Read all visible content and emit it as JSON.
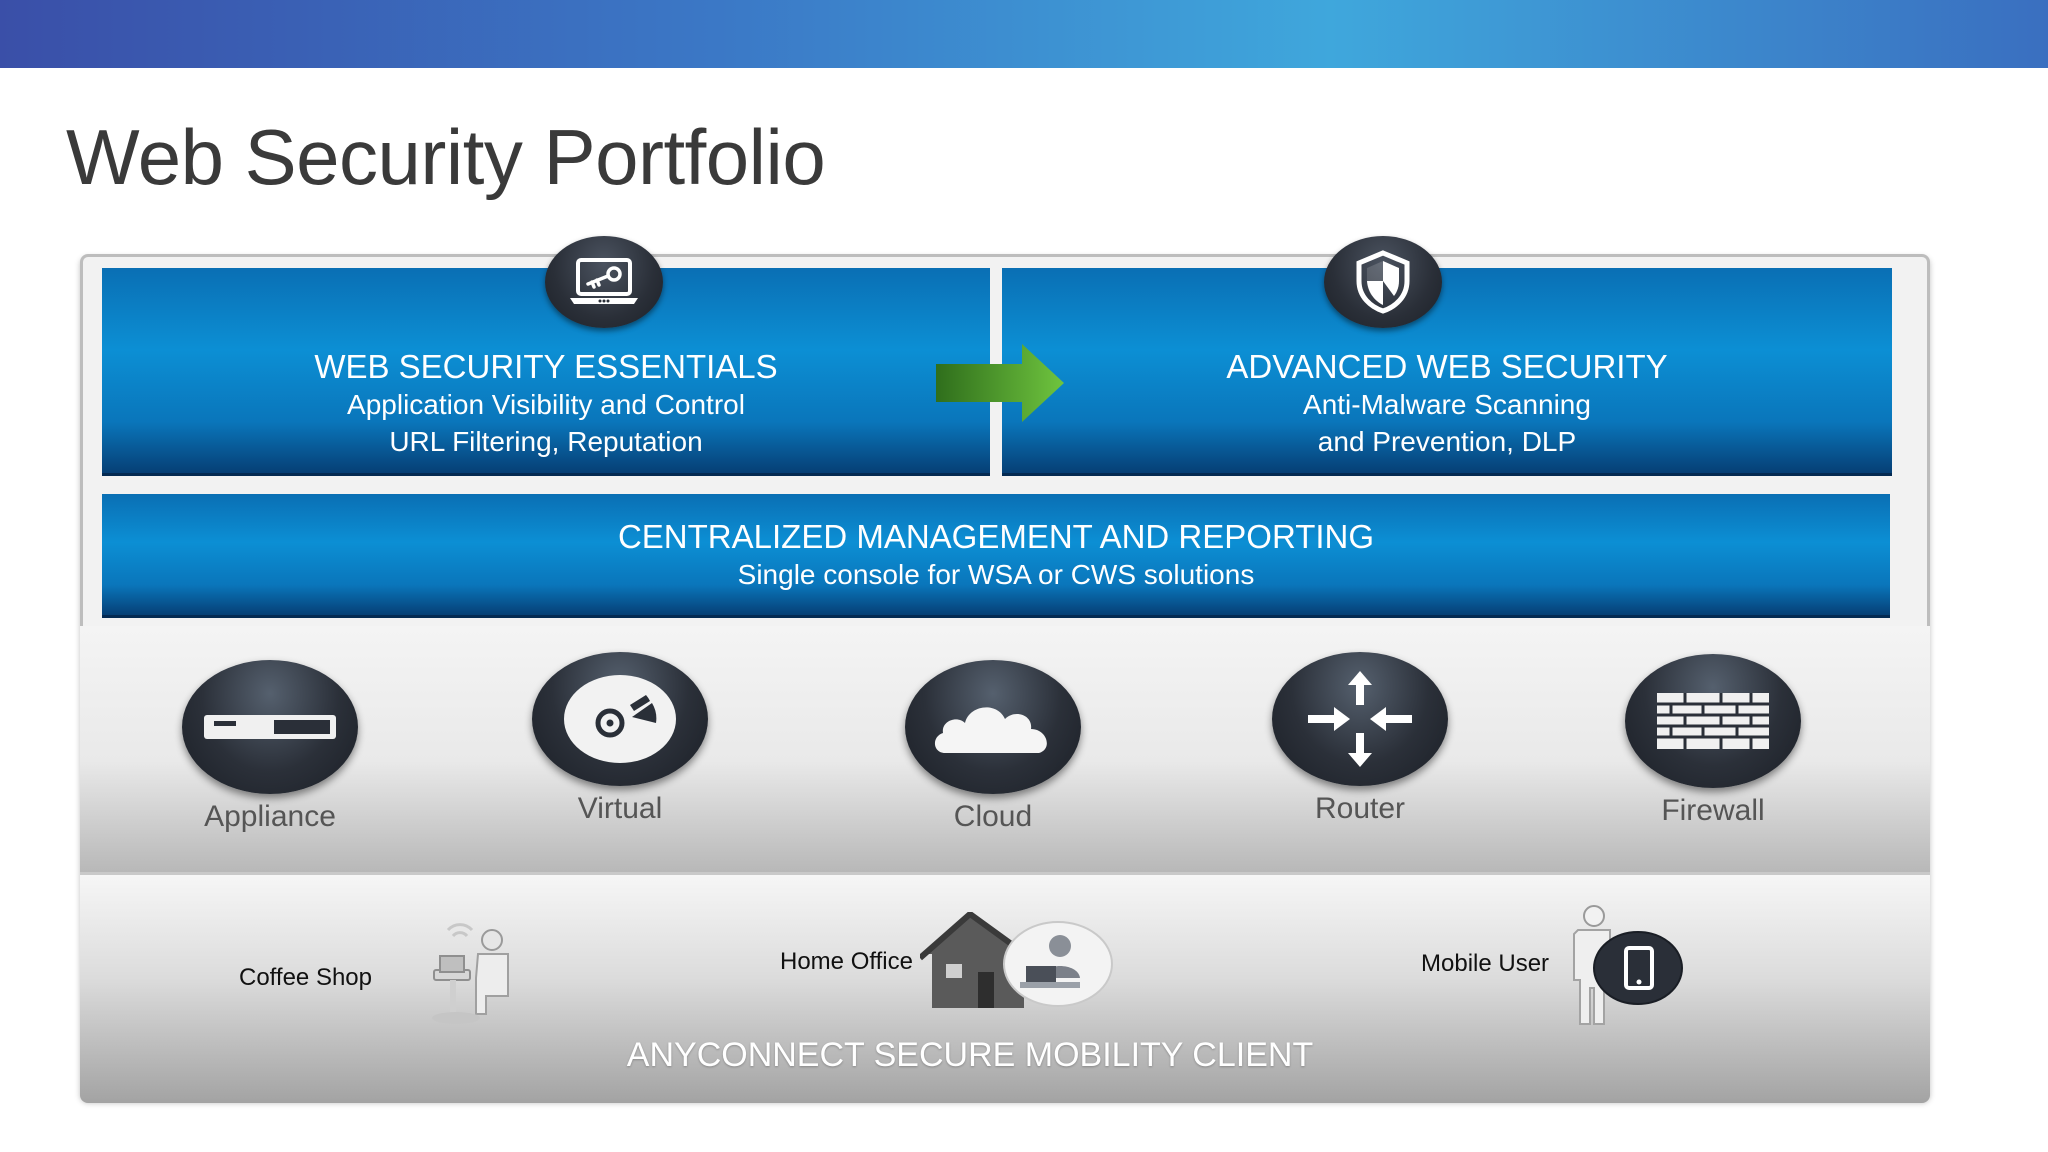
{
  "slide": {
    "title": "Web Security Portfolio"
  },
  "essentials": {
    "icon": "laptop-key-icon",
    "heading": "WEB SECURITY ESSENTIALS",
    "line1": "Application Visibility and Control",
    "line2": "URL Filtering, Reputation"
  },
  "advanced": {
    "icon": "shield-icon",
    "heading": "ADVANCED WEB SECURITY",
    "line1": "Anti-Malware Scanning",
    "line2": "and Prevention, DLP"
  },
  "upgrade_arrow": {
    "icon": "arrow-right-icon",
    "color": "#5aa832"
  },
  "management": {
    "heading": "CENTRALIZED MANAGEMENT AND REPORTING",
    "subtitle": "Single console for WSA or CWS solutions"
  },
  "platforms": [
    {
      "label": "Appliance",
      "icon": "appliance-icon"
    },
    {
      "label": "Virtual",
      "icon": "disc-icon"
    },
    {
      "label": "Cloud",
      "icon": "cloud-icon"
    },
    {
      "label": "Router",
      "icon": "router-arrows-icon"
    },
    {
      "label": "Firewall",
      "icon": "brick-wall-icon"
    }
  ],
  "clients": [
    {
      "label": "Coffee Shop",
      "icon": "coffee-shop-user-icon"
    },
    {
      "label": "Home Office",
      "icon": "home-office-icon"
    },
    {
      "label": "Mobile User",
      "icon": "mobile-user-icon"
    }
  ],
  "client_footer": "ANYCONNECT SECURE MOBILITY CLIENT",
  "colors": {
    "header_bar": "#3b78c6",
    "panel_blue": "#0c8fd4",
    "icon_dark": "#2a2f38",
    "title_text": "#3a3a3a"
  }
}
